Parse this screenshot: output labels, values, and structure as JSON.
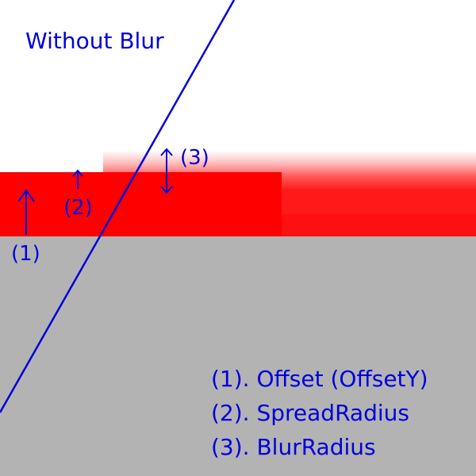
{
  "diagram": {
    "title": "Without Blur",
    "markers": {
      "offset": "(1)",
      "spread": "(2)",
      "blur": "(3)"
    },
    "legend": [
      "(1). Offset (OffsetY)",
      "(2). SpreadRadius",
      "(3). BlurRadius"
    ]
  },
  "colors": {
    "text": "#0000dd",
    "shadow": "#ff0000",
    "box": "#b3b3b3",
    "background": "#ffffff"
  }
}
